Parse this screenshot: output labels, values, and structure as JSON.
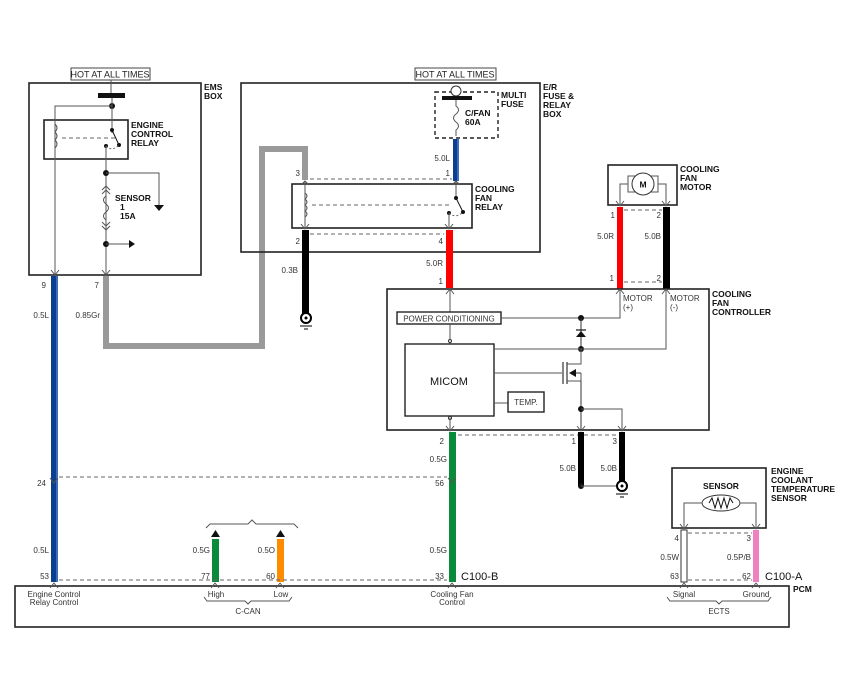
{
  "hot_labels": [
    "HOT AT ALL TIMES",
    "HOT AT ALL TIMES"
  ],
  "components": {
    "ems_box": [
      "EMS",
      "BOX"
    ],
    "engine_control_relay": [
      "ENGINE",
      "CONTROL",
      "RELAY"
    ],
    "sensor_fuse": [
      "SENSOR",
      "1",
      "15A"
    ],
    "er_box": [
      "E/R",
      "FUSE &",
      "RELAY",
      "BOX"
    ],
    "multi_fuse": [
      "MULTI",
      "FUSE"
    ],
    "cfan_fuse": [
      "C/FAN",
      "60A"
    ],
    "cooling_fan_relay": [
      "COOLING",
      "FAN",
      "RELAY"
    ],
    "cooling_fan_motor": [
      "COOLING",
      "FAN",
      "MOTOR"
    ],
    "motor_symbol": "M",
    "cooling_fan_controller": [
      "COOLING",
      "FAN",
      "CONTROLLER"
    ],
    "power_conditioning": "POWER CONDITIONING",
    "micom": "MICOM",
    "temp": "TEMP.",
    "motor_plus": [
      "MOTOR",
      "(+)"
    ],
    "motor_minus": [
      "MOTOR",
      "(-)"
    ],
    "ects": [
      "ENGINE",
      "COOLANT",
      "TEMPERATURE",
      "SENSOR"
    ],
    "ects_inner": "SENSOR",
    "pcm": "PCM"
  },
  "wires": {
    "ems_9": {
      "pin": "9",
      "spec": "0.5L",
      "color": "#0b3d91"
    },
    "ems_7": {
      "pin": "7",
      "spec": "0.85Gr",
      "color": "#9a9a9a"
    },
    "fuse_out": {
      "pin": "1",
      "spec": "5.0L",
      "color": "#0b3d91"
    },
    "relay_3": {
      "pin": "3"
    },
    "relay_2": {
      "pin": "2",
      "spec": "0.3B",
      "color": "#000000"
    },
    "relay_4": {
      "pin": "4",
      "spec": "5.0R",
      "color": "#ff0000"
    },
    "ctrl_in": {
      "pin": "1"
    },
    "motor_1": {
      "pin_top": "1",
      "pin_bot": "1",
      "spec": "5.0R",
      "color": "#ff0000"
    },
    "motor_2": {
      "pin_top": "2",
      "pin_bot": "2",
      "spec": "5.0B",
      "color": "#000000"
    },
    "ctrl_2": {
      "pin": "2",
      "spec": "0.5G",
      "color": "#0a8a3a"
    },
    "ctrl_1g": {
      "pin": "1",
      "spec": "5.0B"
    },
    "ctrl_3g": {
      "pin": "3",
      "spec": "5.0B"
    },
    "splice_24": "24",
    "splice_56": "56",
    "pcm_53": {
      "pin": "53",
      "spec": "0.5L"
    },
    "pcm_77": {
      "pin": "77",
      "spec": "0.5G",
      "color": "#0a8a3a"
    },
    "pcm_60": {
      "pin": "60",
      "spec": "0.5O",
      "color": "#ff8c00"
    },
    "pcm_33": {
      "pin": "33",
      "spec": "0.5G"
    },
    "ects_4": {
      "pin_top": "4",
      "pin_bot": "63",
      "spec": "0.5W"
    },
    "ects_3": {
      "pin_top": "3",
      "pin_bot": "62",
      "spec": "0.5P/B",
      "color": "#f080c0"
    }
  },
  "connectors": {
    "c100b": "C100-B",
    "c100a": "C100-A"
  },
  "pcm_labels": {
    "ecr": [
      "Engine Control",
      "Relay Control"
    ],
    "high": "High",
    "low": "Low",
    "ccan": "C-CAN",
    "cfc": [
      "Cooling Fan",
      "Control"
    ],
    "signal": "Signal",
    "ground": "Ground",
    "ects": "ECTS"
  }
}
